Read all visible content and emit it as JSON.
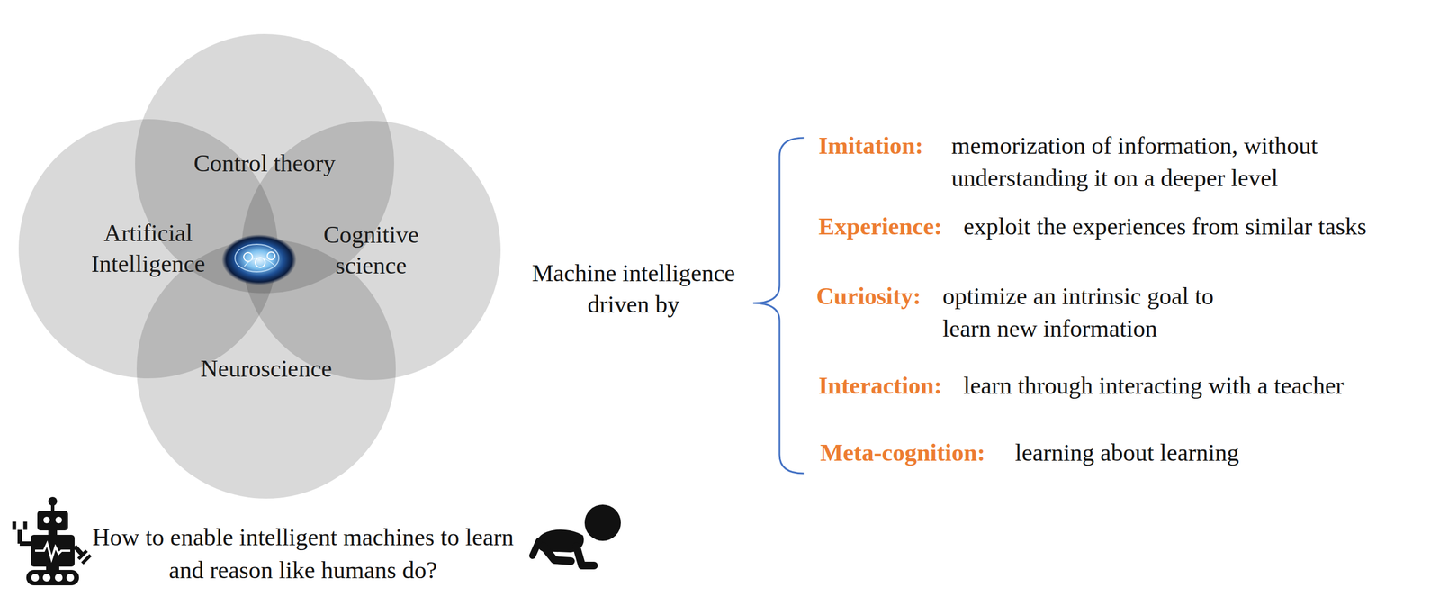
{
  "diagram": {
    "nodes": [
      {
        "text": [
          "Control theory"
        ]
      },
      {
        "text": [
          "Artificial Intelligence"
        ]
      },
      {
        "text": [
          "Cognitive science"
        ]
      },
      {
        "text": [
          "Neuroscience"
        ]
      }
    ],
    "labels": [
      "Machine intelligence driven by",
      "Imitation:",
      "memorization of information, without understanding it on a deeper level",
      "Experience:",
      "exploit the experiences from similar tasks",
      "Curiosity:",
      "optimize an intrinsic goal to learn new information",
      "Interaction:",
      "learn through interacting with a teacher",
      "Meta-cognition:",
      "learning about learning",
      "How to enable intelligent machines to learn and reason like humans do?"
    ]
  }
}
